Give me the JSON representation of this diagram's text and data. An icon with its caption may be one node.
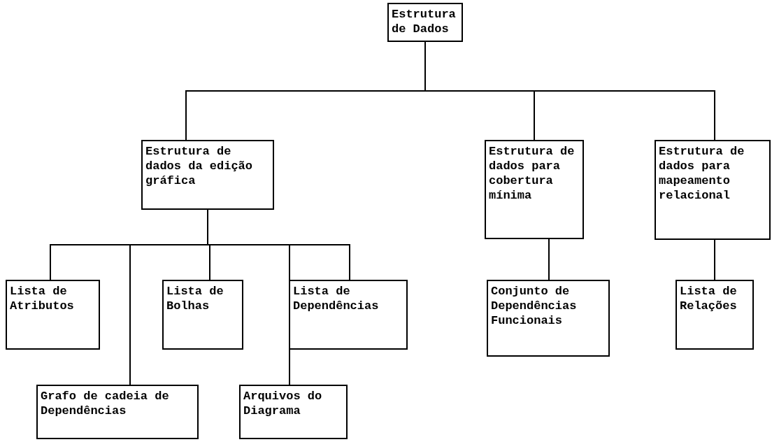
{
  "diagram": {
    "nodes": [
      {
        "text": [
          "Estrutura de Dados"
        ]
      },
      {
        "text": [
          "Estrutura de dados da edição gráfica"
        ]
      },
      {
        "text": [
          "Estrutura de dados para cobertura mínima"
        ]
      },
      {
        "text": [
          "Estrutura de dados para mapeamento relacional"
        ]
      },
      {
        "text": [
          "Lista de Atributos"
        ]
      },
      {
        "text": [
          "Lista de Bolhas"
        ]
      },
      {
        "text": [
          "Lista de Dependências"
        ]
      },
      {
        "text": [
          "Grafo de cadeia de Dependências"
        ]
      },
      {
        "text": [
          "Arquivos do Diagrama"
        ]
      },
      {
        "text": [
          "Conjunto de Dependências Funcionais"
        ]
      },
      {
        "text": [
          "Lista de Relações"
        ]
      }
    ],
    "edges": [
      {
        "from": 0,
        "to": 1,
        "arrow": "none"
      },
      {
        "from": 0,
        "to": 2,
        "arrow": "none"
      },
      {
        "from": 0,
        "to": 3,
        "arrow": "none"
      },
      {
        "from": 1,
        "to": 4,
        "arrow": "none"
      },
      {
        "from": 1,
        "to": 7,
        "arrow": "none"
      },
      {
        "from": 1,
        "to": 5,
        "arrow": "none"
      },
      {
        "from": 1,
        "to": 8,
        "arrow": "none"
      },
      {
        "from": 1,
        "to": 6,
        "arrow": "none"
      },
      {
        "from": 2,
        "to": 9,
        "arrow": "none"
      },
      {
        "from": 3,
        "to": 10,
        "arrow": "none"
      }
    ]
  }
}
